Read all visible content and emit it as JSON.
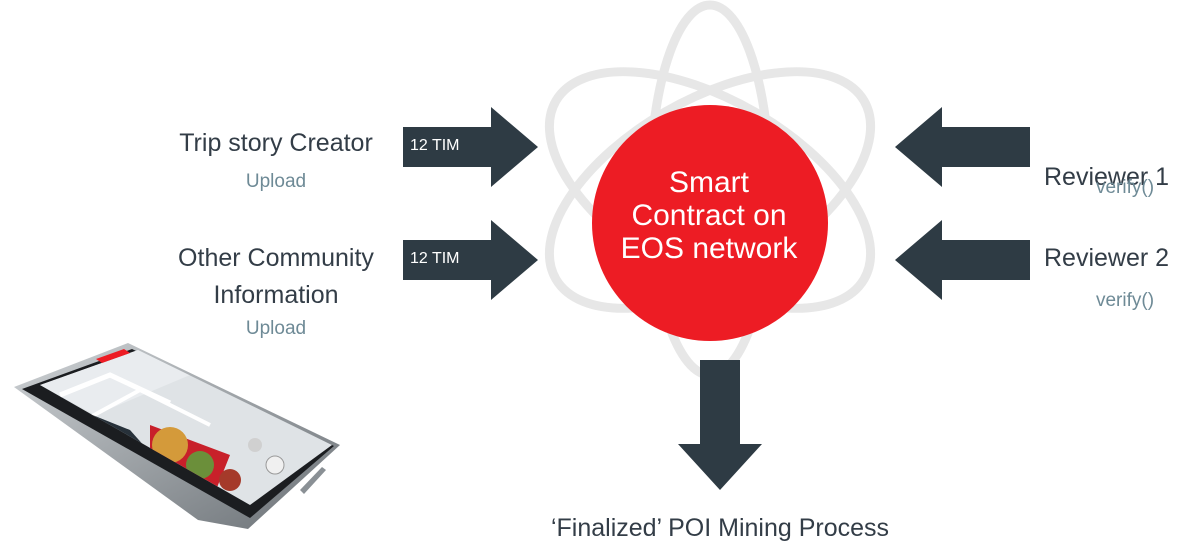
{
  "center": {
    "title_lines": [
      "Smart",
      "Contract on",
      "EOS network"
    ],
    "color": "#ed1c24"
  },
  "left": {
    "creator": {
      "title": "Trip story Creator",
      "action": "Upload",
      "amount": "12 TIM"
    },
    "community": {
      "title_lines": [
        "Other Community",
        "Information"
      ],
      "action": "Upload",
      "amount": "12 TIM"
    }
  },
  "right": {
    "reviewer1": {
      "title": "Reviewer 1",
      "action": "verify()"
    },
    "reviewer2": {
      "title": "Reviewer 2",
      "action": "verify()"
    }
  },
  "output": {
    "label": "‘Finalized’ POI Mining Process"
  },
  "colors": {
    "arrow": "#2e3b44",
    "text": "#333d47",
    "subtext": "#6e8a96",
    "orbit": "#e7e7e7"
  },
  "icons": [
    "atom-orbit-icon",
    "right-arrow-icon",
    "left-arrow-icon",
    "down-arrow-icon",
    "smartphone-map-app-illustration"
  ]
}
